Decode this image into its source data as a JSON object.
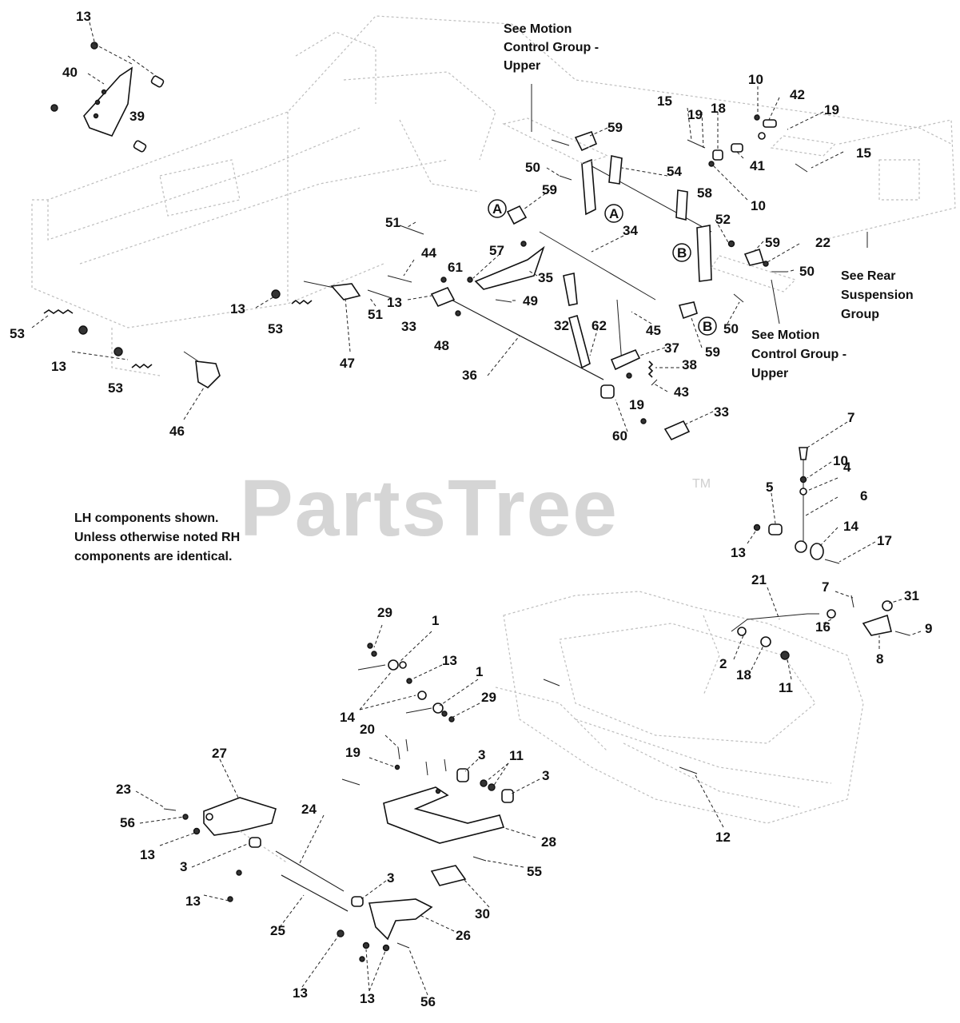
{
  "watermark": {
    "brand": "PartsTree",
    "trademark": "TM"
  },
  "notes": {
    "motion_upper_1": [
      "See Motion",
      "Control Group -",
      "Upper"
    ],
    "motion_upper_2": [
      "See Motion",
      "Control Group -",
      "Upper"
    ],
    "rear_suspension": [
      "See Rear",
      "Suspension",
      "Group"
    ],
    "lh_components": [
      "LH components shown.",
      "Unless otherwise noted RH",
      "components are identical."
    ]
  },
  "callouts": [
    "13",
    "40",
    "39",
    "53",
    "13",
    "53",
    "46",
    "13",
    "47",
    "53",
    "51",
    "44",
    "51",
    "13",
    "33",
    "61",
    "57",
    "35",
    "48",
    "49",
    "32",
    "36",
    "62",
    "34",
    "45",
    "37",
    "38",
    "43",
    "19",
    "60",
    "33",
    "59",
    "50",
    "59",
    "A",
    "A",
    "54",
    "58",
    "15",
    "19",
    "18",
    "41",
    "10",
    "10",
    "42",
    "19",
    "15",
    "52",
    "59",
    "22",
    "50",
    "B",
    "B",
    "59",
    "50",
    "7",
    "10",
    "4",
    "5",
    "6",
    "14",
    "13",
    "17",
    "21",
    "7",
    "31",
    "16",
    "9",
    "2",
    "18",
    "11",
    "8",
    "29",
    "1",
    "13",
    "1",
    "14",
    "29",
    "20",
    "19",
    "3",
    "11",
    "3",
    "27",
    "23",
    "56",
    "13",
    "3",
    "24",
    "28",
    "55",
    "13",
    "3",
    "30",
    "25",
    "26",
    "13",
    "13",
    "56",
    "12"
  ]
}
